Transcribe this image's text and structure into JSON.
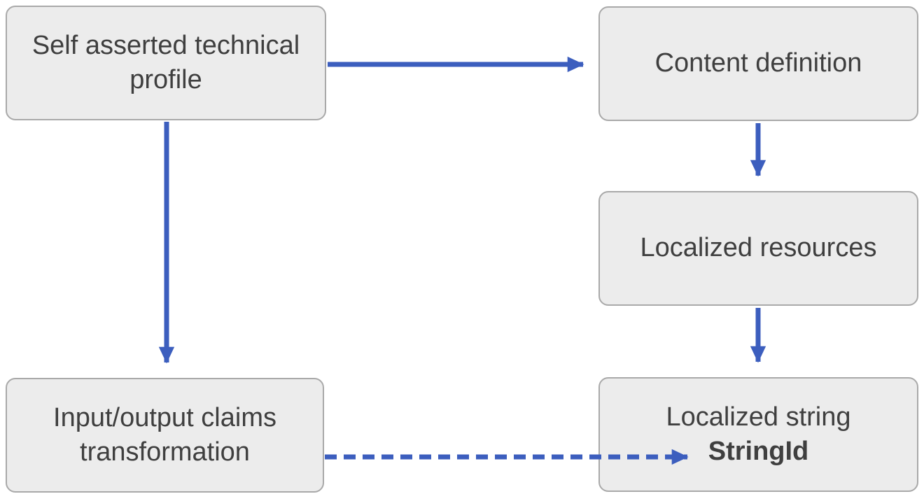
{
  "diagram": {
    "colors": {
      "background": "#ffffff",
      "box_fill": "#ececec",
      "box_border": "#a9a9a9",
      "text": "#3f3f3f",
      "arrow": "#3c5ebe"
    },
    "nodes": {
      "self_asserted": {
        "label": "Self asserted technical profile"
      },
      "content_definition": {
        "label": "Content definition"
      },
      "localized_resources": {
        "label": "Localized resources"
      },
      "localized_string": {
        "line1": "Localized string",
        "line2": "StringId"
      },
      "claims_transformation": {
        "label": "Input/output claims transformation"
      }
    },
    "arrows": [
      {
        "from": "self_asserted",
        "to": "content_definition",
        "style": "solid",
        "direction": "right"
      },
      {
        "from": "self_asserted",
        "to": "claims_transformation",
        "style": "solid",
        "direction": "down"
      },
      {
        "from": "content_definition",
        "to": "localized_resources",
        "style": "solid",
        "direction": "down"
      },
      {
        "from": "localized_resources",
        "to": "localized_string",
        "style": "solid",
        "direction": "down"
      },
      {
        "from": "claims_transformation",
        "to": "localized_string",
        "style": "dashed",
        "direction": "right",
        "points_at": "StringId"
      }
    ]
  }
}
